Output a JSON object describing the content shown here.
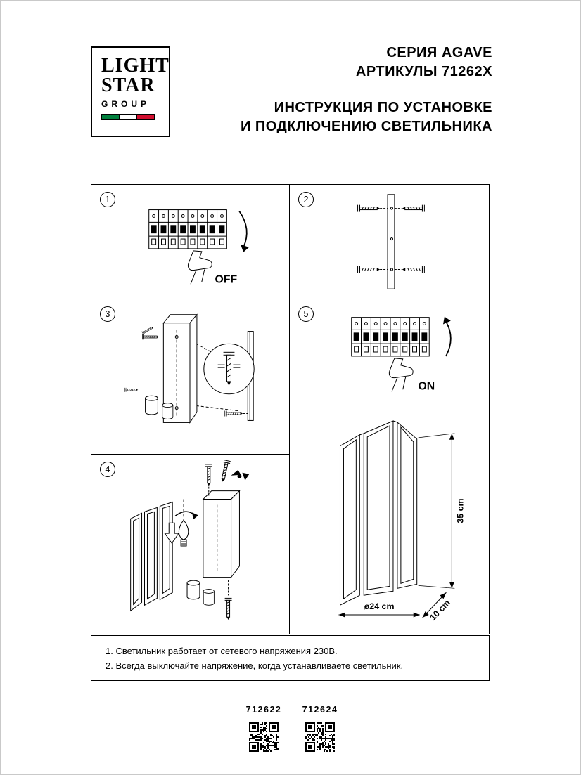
{
  "logo": {
    "word1": "LIGHT",
    "word2": "STAR",
    "word3": "GROUP"
  },
  "header": {
    "series": "СЕРИЯ AGAVE",
    "articles": "АРТИКУЛЫ 71262X",
    "instruction_line1": "ИНСТРУКЦИЯ ПО УСТАНОВКЕ",
    "instruction_line2": "И ПОДКЛЮЧЕНИЮ СВЕТИЛЬНИКА"
  },
  "steps": {
    "s1": {
      "number": "1",
      "label": "OFF"
    },
    "s2": {
      "number": "2"
    },
    "s3": {
      "number": "3"
    },
    "s4": {
      "number": "4"
    },
    "s5": {
      "number": "5",
      "label": "ON"
    }
  },
  "dimensions": {
    "height": "35 cm",
    "diameter": "ø24 cm",
    "depth": "10 cm"
  },
  "notes": {
    "line1": "1. Светильник работает от сетевого напряжения 230В.",
    "line2": "2. Всегда выключайте напряжение, когда устанавливаете светильник."
  },
  "products": {
    "left": {
      "code": "712622"
    },
    "right": {
      "code": "712624"
    }
  },
  "colors": {
    "flag_green": "#00803d",
    "flag_white": "#ffffff",
    "flag_red": "#d20f2f",
    "line_black": "#000000",
    "page_border_gray": "#c9c9c9"
  }
}
